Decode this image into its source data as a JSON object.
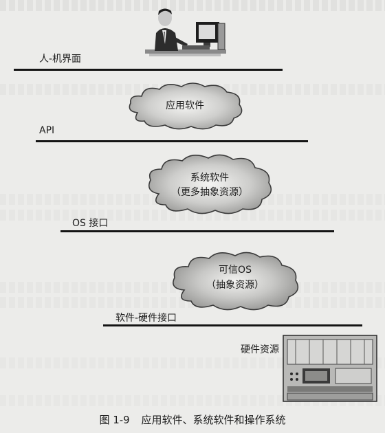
{
  "layers": {
    "human_interface": {
      "label": "人-机界面"
    },
    "application": {
      "label": "应用软件"
    },
    "api": {
      "label": "API"
    },
    "system_software": {
      "line1": "系统软件",
      "line2": "（更多抽象资源）"
    },
    "os_interface": {
      "label": "OS 接口"
    },
    "trusted_os": {
      "line1": "可信OS",
      "line2": "（抽象资源）"
    },
    "hw_sw_interface": {
      "label": "软件-硬件接口"
    },
    "hardware": {
      "label": "硬件资源"
    }
  },
  "caption": {
    "number": "图 1-9",
    "text": "应用软件、系统软件和操作系统"
  }
}
